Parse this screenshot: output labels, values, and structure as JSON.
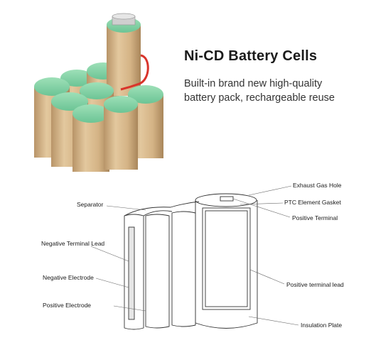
{
  "product": {
    "title": "Ni-CD Battery Cells",
    "subtitle_line1": "Built-in brand new high-quality",
    "subtitle_line2": "battery pack, rechargeable reuse"
  },
  "diagram": {
    "labels": {
      "exhaust_gas_hole": "Exhaust Gas Hole",
      "ptc_element_gasket": "PTC Element Gasket",
      "positive_terminal": "Positive Terminal",
      "positive_terminal_lead": "Positive terminal lead",
      "insulation_plate": "Insulation Plate",
      "separator": "Separator",
      "negative_terminal_lead": "Negative Terminal Lead",
      "negative_electrode": "Negative Electrode",
      "positive_electrode": "Positive Electrode"
    }
  },
  "colors": {
    "cell_body": "#d2b48c",
    "cell_top": "#7fcf9f",
    "wire": "#d9342b",
    "diagram_line": "#333333"
  }
}
